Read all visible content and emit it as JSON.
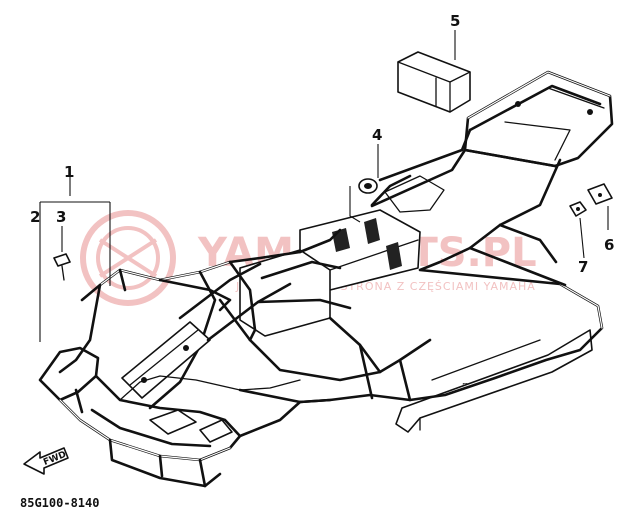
{
  "watermark": {
    "brand": "YAMAPARTS.PL",
    "tagline": "JEDYNA POLSKA STRONA Z CZĘŚCIAMI YAMAHA"
  },
  "callouts": [
    {
      "id": "1",
      "label": "1"
    },
    {
      "id": "2",
      "label": "2"
    },
    {
      "id": "3",
      "label": "3"
    },
    {
      "id": "4",
      "label": "4"
    },
    {
      "id": "5",
      "label": "5"
    },
    {
      "id": "6",
      "label": "6"
    },
    {
      "id": "7",
      "label": "7"
    }
  ],
  "direction_arrow": {
    "label": "FWD",
    "icon": "forward-arrow-icon"
  },
  "part_code": "85G100-8140",
  "colors": {
    "line": "#111111",
    "watermark": "#f2c2c2"
  }
}
